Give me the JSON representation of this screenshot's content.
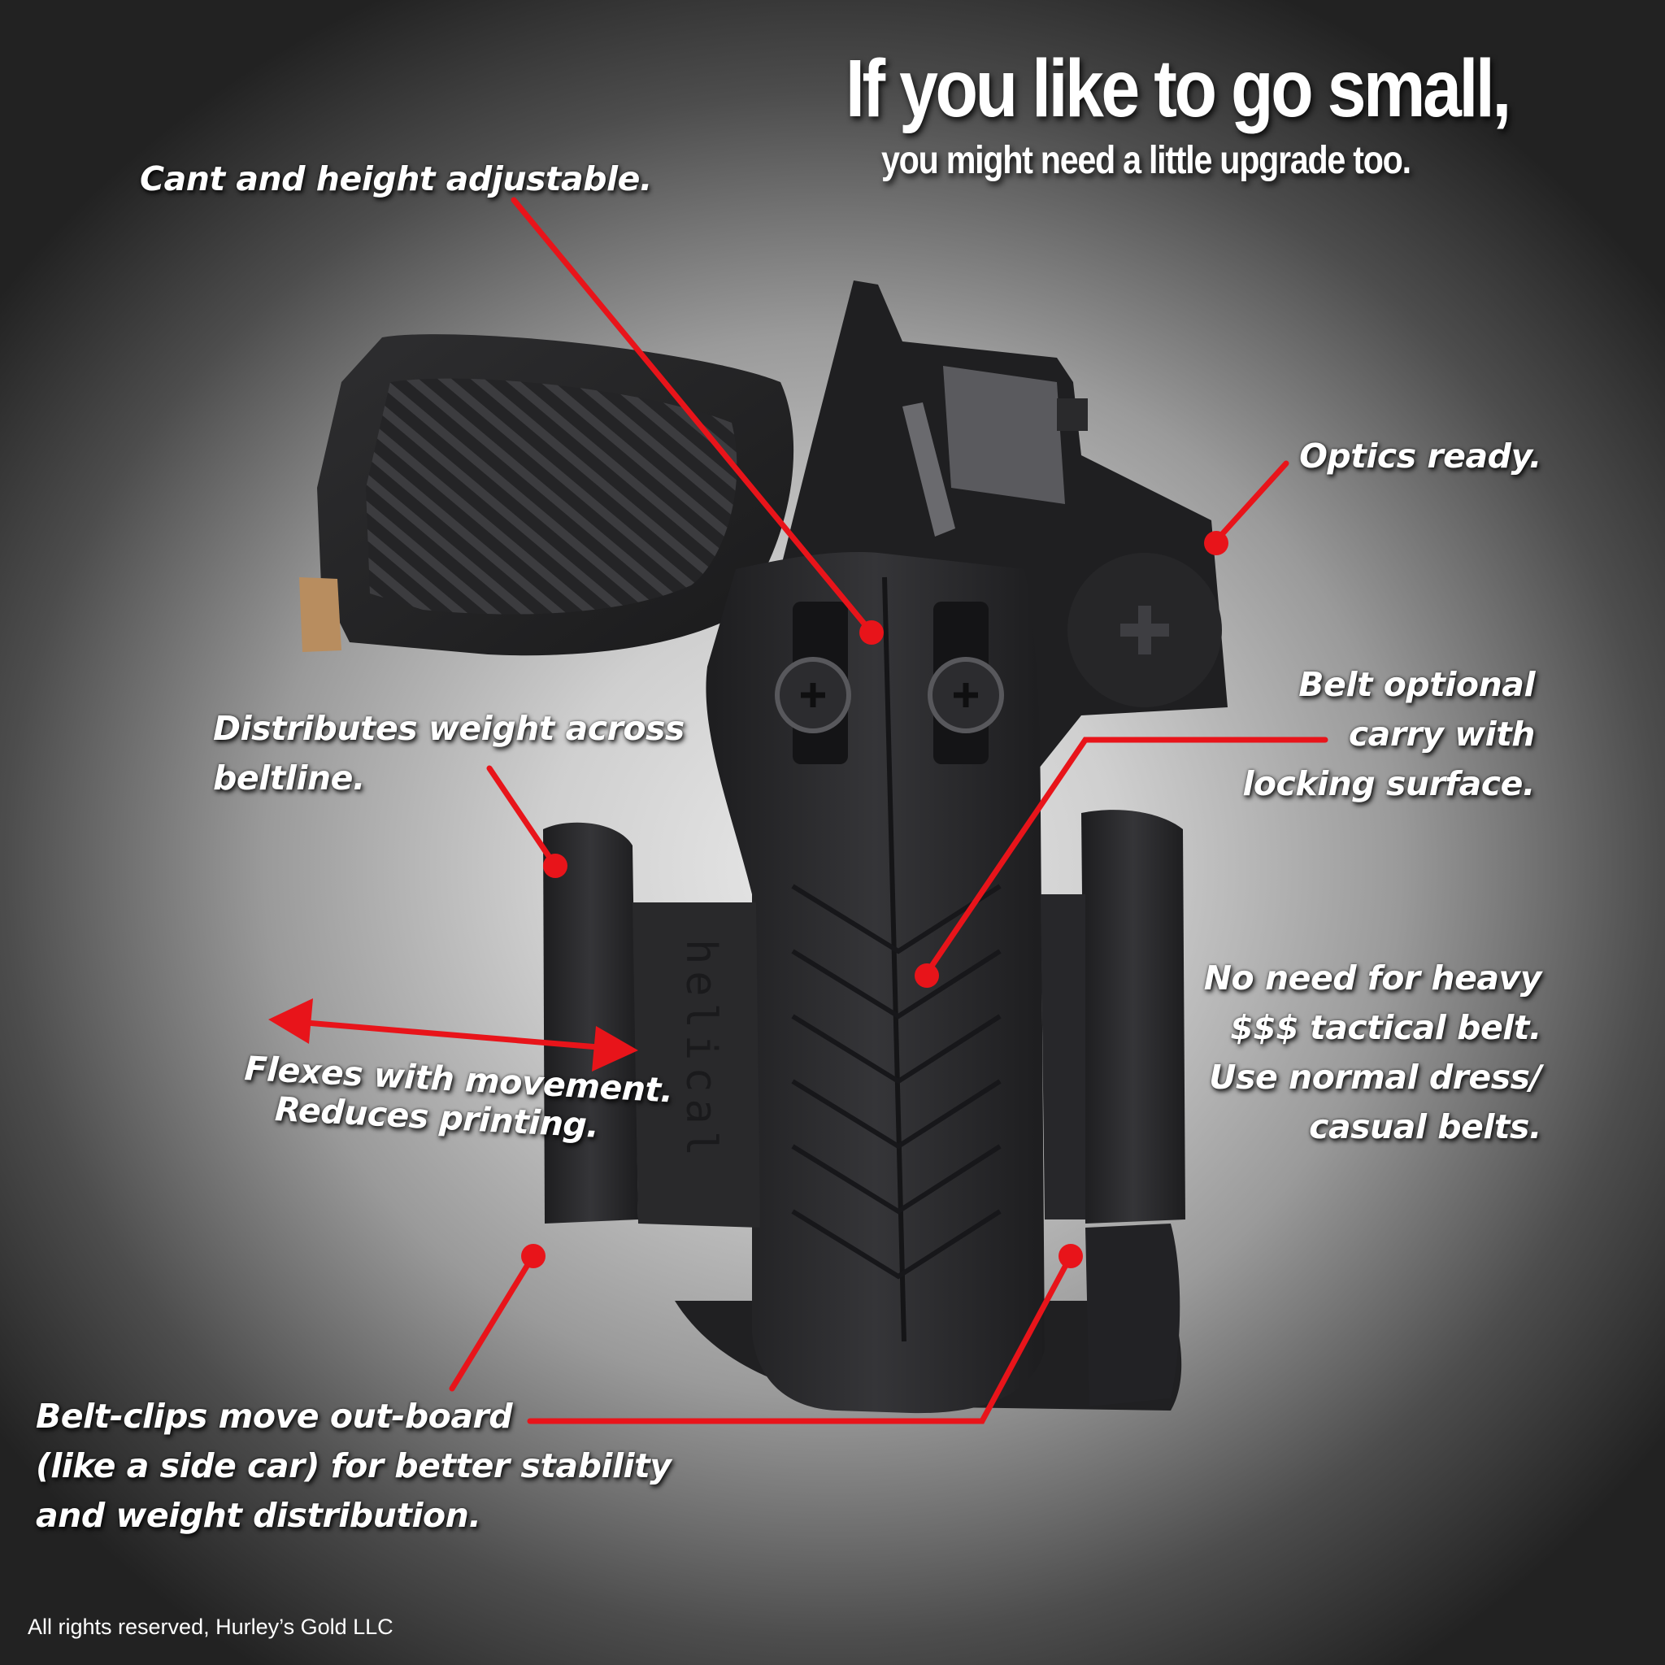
{
  "headline": {
    "title": "If you like to go small,",
    "subtitle": "you might need a little upgrade too."
  },
  "callouts": {
    "cant": "Cant and height adjustable.",
    "optics": "Optics ready.",
    "distributes": [
      "Distributes weight across",
      "beltline."
    ],
    "belt_optional": [
      "Belt optional",
      "carry with",
      "locking surface."
    ],
    "no_need": [
      "No need for heavy",
      "$$$  tactical belt.",
      "Use normal dress/",
      "casual belts."
    ],
    "flexes": [
      "Flexes with movement.",
      "Reduces printing."
    ],
    "belt_clips": [
      "Belt-clips move out-board",
      "(like a side car) for better stability",
      "and weight distribution."
    ]
  },
  "product": {
    "brand_mark": "helical"
  },
  "footer": {
    "copyright": "All rights reserved, Hurley’s Gold LLC"
  },
  "colors": {
    "callout_line": "#e8141a",
    "text": "#ffffff",
    "kydex": "#2b2b2d"
  }
}
